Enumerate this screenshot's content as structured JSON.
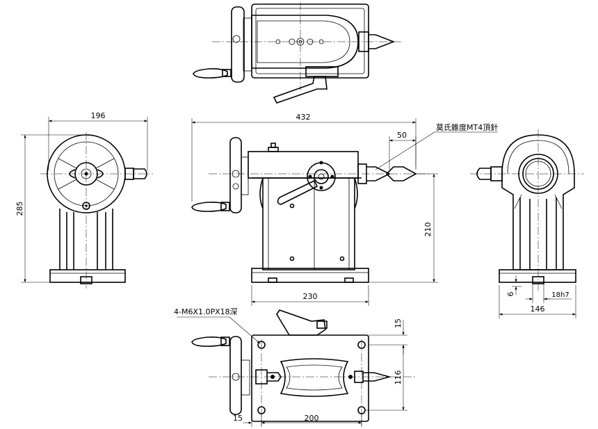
{
  "dimensions": {
    "front_width": "196",
    "overall_length": "432",
    "center_offset": "50",
    "overall_height": "285",
    "center_height": "210",
    "base_length": "230",
    "hole_offset": "6",
    "key_width": "18h7",
    "base_width": "146",
    "top_margin": "15",
    "hole_span_y": "116",
    "left_margin": "15",
    "hole_span_x": "200"
  },
  "annotations": {
    "taper_center": "莫氏錐度MT4頂針",
    "thread_spec": "4-M6X1.0PX18深"
  }
}
